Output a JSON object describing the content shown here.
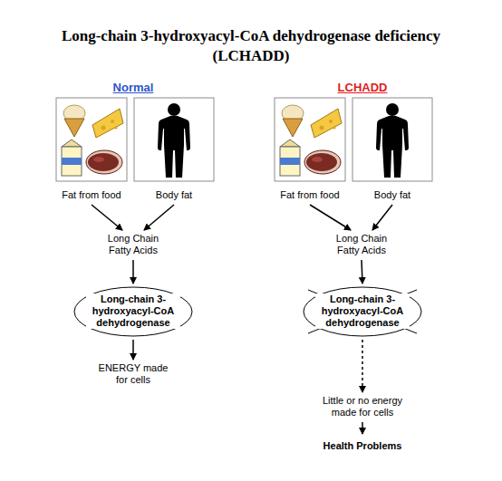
{
  "diagram": {
    "title": "Long-chain 3-hydroxyacyl-CoA dehydrogenase deficiency (LCHADD)",
    "nodes": [
      {
        "text": [
          "Fat from food"
        ]
      },
      {
        "text": [
          "Body fat"
        ]
      },
      {
        "text": [
          "Fat from food"
        ]
      },
      {
        "text": [
          "Body fat"
        ]
      },
      {
        "text": [
          "Long Chain Fatty Acids"
        ]
      },
      {
        "text": [
          "Long Chain Fatty Acids"
        ]
      },
      {
        "text": [
          "Long-chain 3- hydroxyacyl-CoA dehydrogenase"
        ]
      },
      {
        "text": [
          "Long-chain 3- hydroxyacyl-CoA dehydrogenase"
        ]
      },
      {
        "text": [
          "ENERGY made for cells"
        ]
      },
      {
        "text": [
          "Little or no energy made for cells"
        ]
      },
      {
        "text": [
          "Health Problems"
        ]
      }
    ],
    "edges": [
      {
        "from": 0,
        "to": 4,
        "arrow": "to"
      },
      {
        "from": 1,
        "to": 4,
        "arrow": "to"
      },
      {
        "from": 2,
        "to": 5,
        "arrow": "to"
      },
      {
        "from": 3,
        "to": 5,
        "arrow": "to"
      },
      {
        "from": 4,
        "to": 6,
        "arrow": "to"
      },
      {
        "from": 5,
        "to": 7,
        "arrow": "to"
      },
      {
        "from": 6,
        "to": 8,
        "arrow": "to"
      },
      {
        "from": 7,
        "to": 9,
        "arrow": "to"
      },
      {
        "from": 9,
        "to": 10,
        "arrow": "to"
      }
    ],
    "labels": [
      "Normal",
      "LCHADD"
    ]
  }
}
